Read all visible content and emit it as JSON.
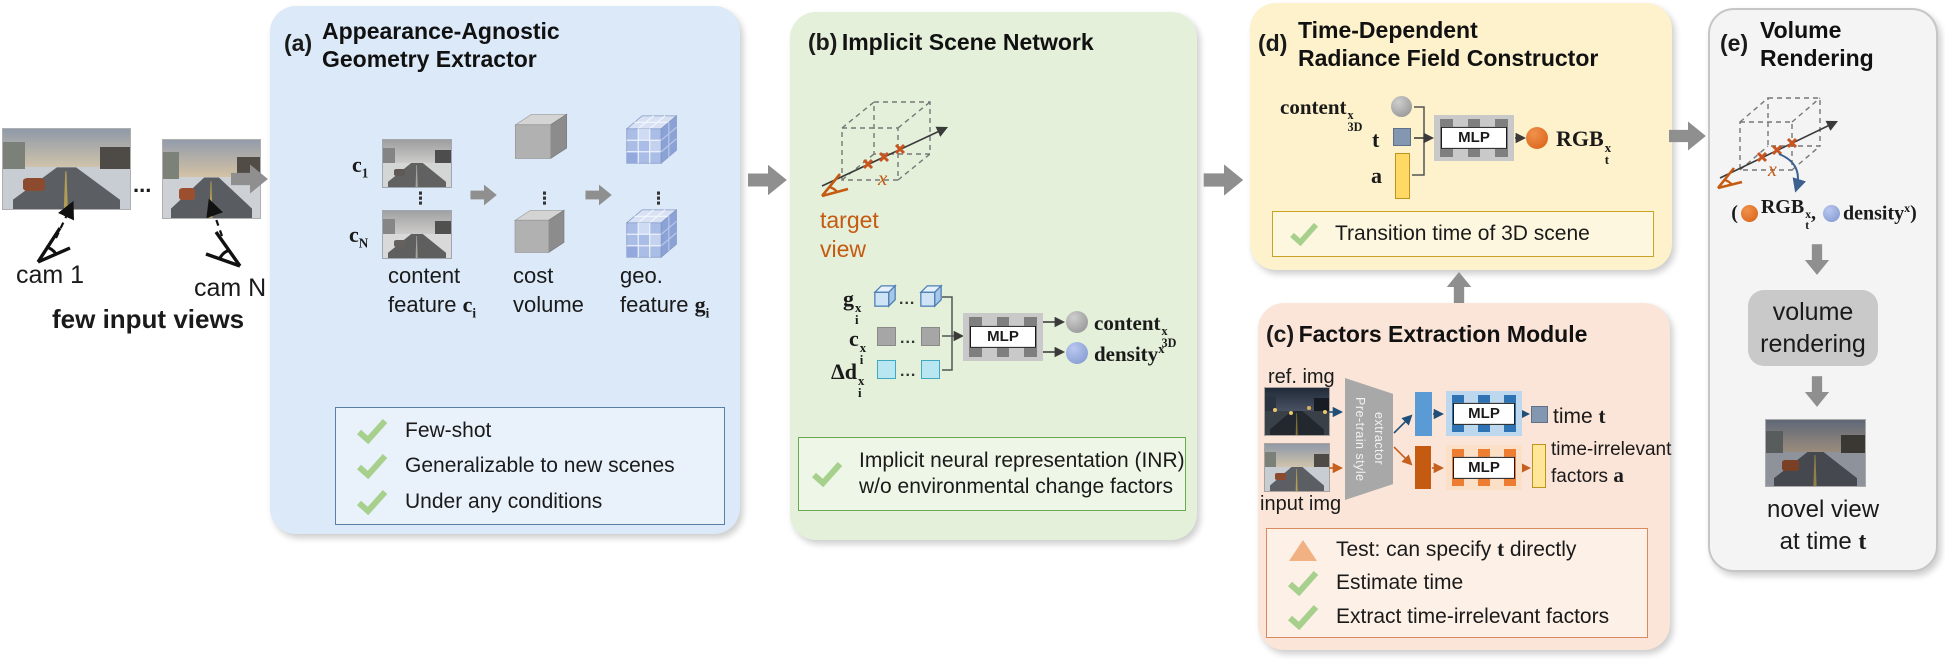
{
  "glyphs": {
    "vdots": "⋮",
    "hdots": "..."
  },
  "colors": {
    "panel_a": "#dbe9f8",
    "panel_b": "#e4f0da",
    "panel_c": "#fbe5d8",
    "panel_d": "#fdf2cb",
    "panel_e": "#f4f4f4",
    "accent_orange": "#c55a11",
    "check_green": "#a6d08c",
    "triangle_orange": "#f2b183",
    "arrow_gray": "#8f8f8f"
  },
  "input_views": {
    "cam1": "cam 1",
    "camN": "cam N",
    "dots": "...",
    "caption": "few input views"
  },
  "panel_a": {
    "tag": "(a)",
    "title1": "Appearance-Agnostic",
    "title2": "Geometry Extractor",
    "c1": {
      "base": "c",
      "sub": "1"
    },
    "cN": {
      "base": "c",
      "sub": "N"
    },
    "cap_content1": "content",
    "cap_content2": "feature ",
    "cap_content_math": {
      "base": "c",
      "sub": "i"
    },
    "cap_cost1": "cost",
    "cap_cost2": "volume",
    "cap_geo1": "geo.",
    "cap_geo2": "feature ",
    "cap_geo_math": {
      "base": "g",
      "sub": "i"
    },
    "checks": [
      "Few-shot",
      "Generalizable to new scenes",
      "Under any conditions"
    ]
  },
  "panel_b": {
    "tag": "(b)",
    "title": "Implicit Scene Network",
    "target1": "target",
    "target2": "view",
    "x": "x",
    "g": {
      "base": "g",
      "sup": "x",
      "sub": "i"
    },
    "c": {
      "base": "c",
      "sup": "x",
      "sub": "i"
    },
    "d": {
      "base": "Δd",
      "sup": "x",
      "sub": "i"
    },
    "mlp": "MLP",
    "content": {
      "base": "content",
      "sup": "x",
      "sub": "3D"
    },
    "density": {
      "base": "density",
      "sup": "x"
    },
    "check1": "Implicit neural representation (INR)",
    "check2": "w/o environmental change factors"
  },
  "panel_c": {
    "tag": "(c)",
    "title": "Factors Extraction Module",
    "ref_label": "ref. img",
    "input_label": "input img",
    "extractor1": "Pre-train style",
    "extractor2": "extractor",
    "mlp": "MLP",
    "time_pre": "time ",
    "time_t": "t",
    "fac1": "time-irrelevant",
    "fac2": "factors ",
    "fac_a": "a",
    "check1_pre": "Test: can specify ",
    "check1_t": "t",
    "check1_post": " directly",
    "check2": "Estimate time",
    "check3": "Extract time-irrelevant factors"
  },
  "panel_d": {
    "tag": "(d)",
    "title1": "Time-Dependent",
    "title2": "Radiance Field Constructor",
    "content": {
      "base": "content",
      "sup": "x",
      "sub": "3D"
    },
    "t": "t",
    "a": "a",
    "mlp": "MLP",
    "rgb": {
      "base": "RGB",
      "sup": "x",
      "sub": "t"
    },
    "check": "Transition time of 3D scene"
  },
  "panel_e": {
    "tag": "(e)",
    "title1": "Volume",
    "title2": "Rendering",
    "x": "x",
    "open": "(",
    "rgb": {
      "base": "RGB",
      "sup": "x",
      "sub": "t"
    },
    "comma": ",",
    "density": {
      "base": "density",
      "sup": "x"
    },
    "close": ")",
    "vr1": "volume",
    "vr2": "rendering",
    "cap1": "novel view",
    "cap2_pre": "at time ",
    "cap2_t": "t"
  }
}
